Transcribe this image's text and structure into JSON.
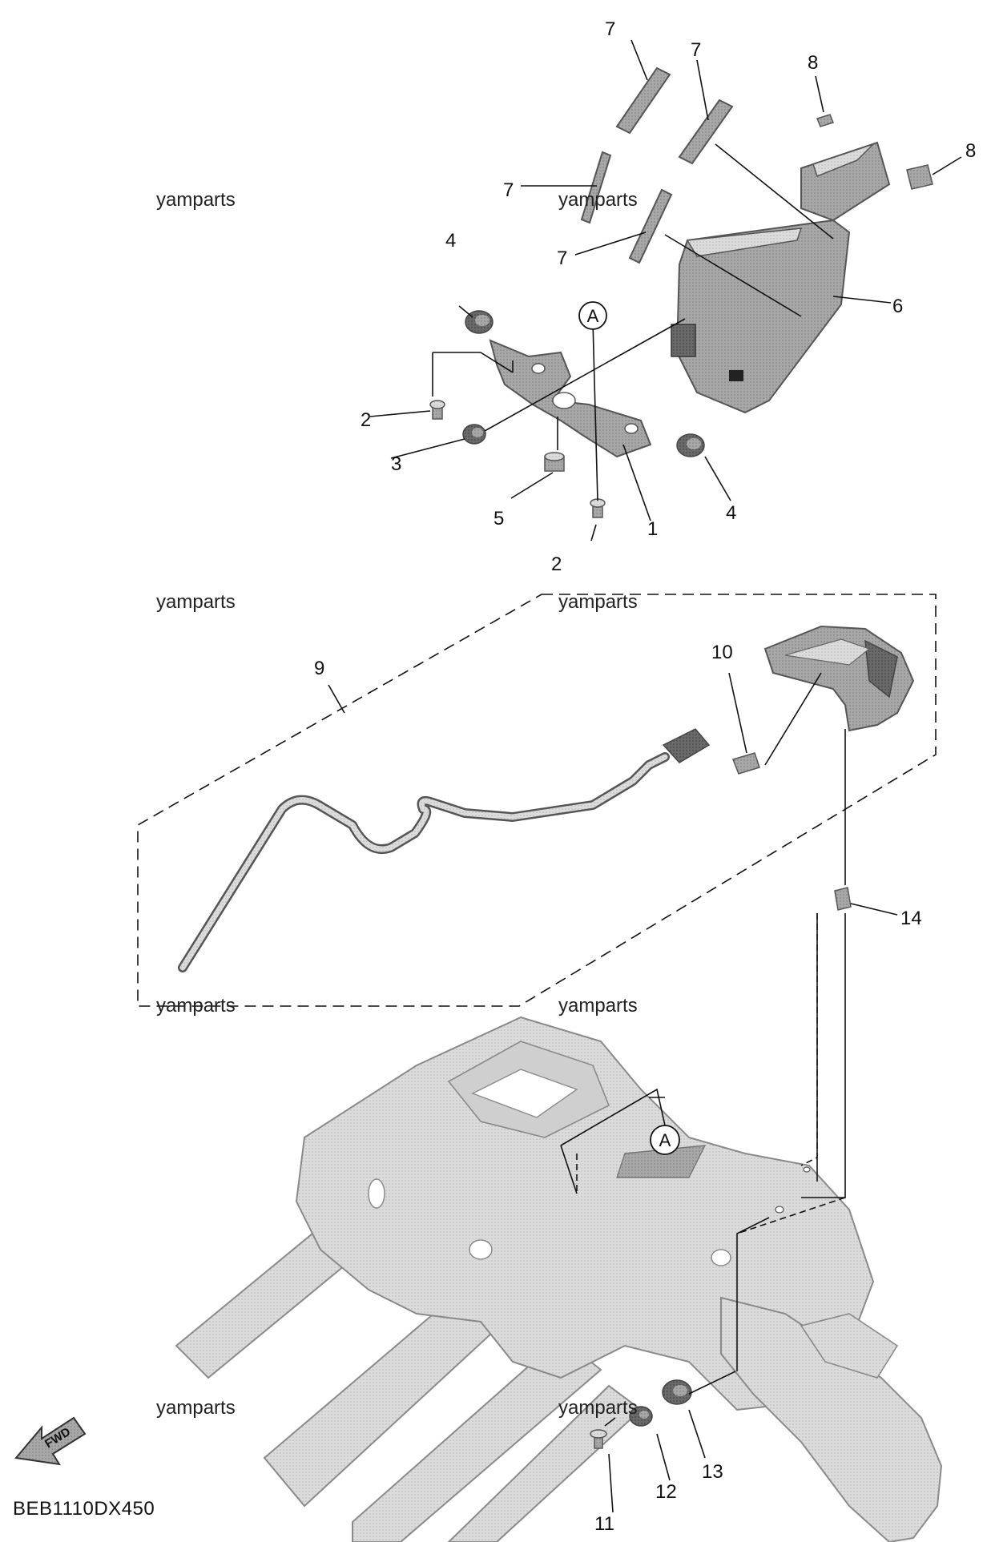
{
  "diagram_code": "BEB1110DX450",
  "watermark": "yamparts",
  "fwd_label": "FWD",
  "ref_marker": "A",
  "callouts": {
    "c1": "1",
    "c2a": "2",
    "c2b": "2",
    "c3": "3",
    "c4a": "4",
    "c4b": "4",
    "c5": "5",
    "c6": "6",
    "c7a": "7",
    "c7b": "7",
    "c7c": "7",
    "c7d": "7",
    "c8a": "8",
    "c8b": "8",
    "c9": "9",
    "c10": "10",
    "c11": "11",
    "c12": "12",
    "c13": "13",
    "c14": "14"
  },
  "colors": {
    "line": "#111111",
    "part_fill": "#9a9a9a",
    "part_dark": "#5e5e5e",
    "frame_fill": "#d4d4d4",
    "frame_edge": "#8a8a8a"
  }
}
